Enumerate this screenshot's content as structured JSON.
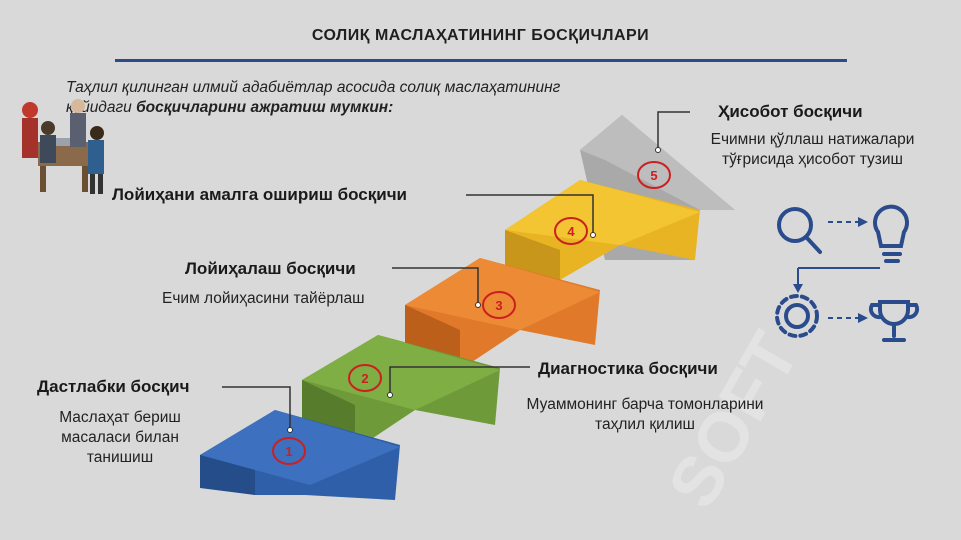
{
  "title": "СОЛИҚ МАСЛАҲАТИНИНГ БОСҚИЧЛАРИ",
  "intro": {
    "line1": "Таҳлил қилинган илмий адабиётлар асосида солиқ маслаҳатининг",
    "line2_plain": "қуйидаги ",
    "line2_bold": "босқичларини ажратиш мумкин:"
  },
  "watermark": "SOFT",
  "stages": [
    {
      "number": "1",
      "title": "Дастлабки босқич",
      "desc": [
        "Маслаҳат бериш",
        "масаласи билан",
        "танишиш"
      ],
      "color": "#2e5fa8"
    },
    {
      "number": "2",
      "title": "Диагностика босқичи",
      "desc": [
        "Муаммонинг барча томонларини",
        "таҳлил қилиш"
      ],
      "color": "#6e9a3a"
    },
    {
      "number": "3",
      "title": "Лойиҳалаш босқичи",
      "desc": [
        "Ечим лойиҳасини тайёрлаш"
      ],
      "color": "#e07a2a"
    },
    {
      "number": "4",
      "title": "Лойиҳани амалга ошириш босқичи",
      "desc": [],
      "color": "#e8b423"
    },
    {
      "number": "5",
      "title": "Ҳисобот босқичи",
      "desc": [
        "Ечимни қўллаш натижалари",
        "тўғрисида ҳисобот тузиш"
      ],
      "color": "#a9a9a9"
    }
  ],
  "icons": [
    "magnifier-icon",
    "lightbulb-icon",
    "gear-icon",
    "trophy-icon",
    "people-icon"
  ],
  "colors": {
    "accent": "#2f4a8a",
    "icon": "#2b4c8c",
    "badge": "#cc1f1f"
  }
}
